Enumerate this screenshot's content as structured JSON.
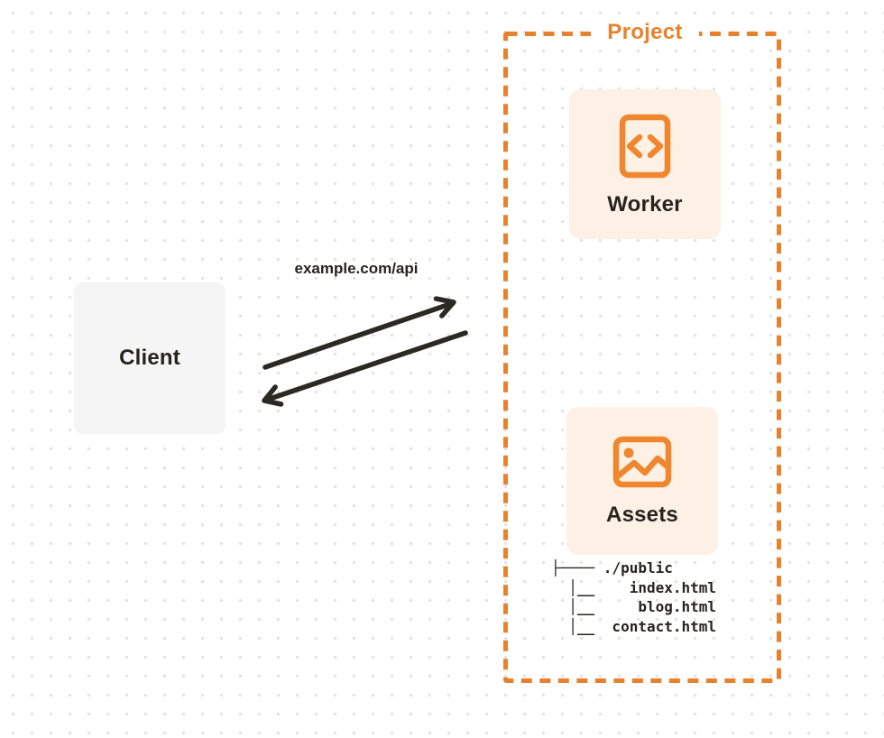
{
  "colors": {
    "orange": "#E8812C",
    "icon_orange": "#F0872E",
    "cream": "#FCF1E4",
    "client_bg": "#F5F5F6",
    "ink": "#26241F",
    "arrow": "#2A2922",
    "dot": "#E3E3E4"
  },
  "project": {
    "label": "Project"
  },
  "client": {
    "label": "Client"
  },
  "request": {
    "url_label": "example.com/api"
  },
  "worker": {
    "label": "Worker",
    "icon": "code-file-icon"
  },
  "assets": {
    "label": "Assets",
    "icon": "image-icon"
  },
  "file_tree": {
    "lines": [
      "├──── ./public",
      "  │__    index.html",
      "  │__     blog.html",
      "  │__  contact.html"
    ]
  }
}
